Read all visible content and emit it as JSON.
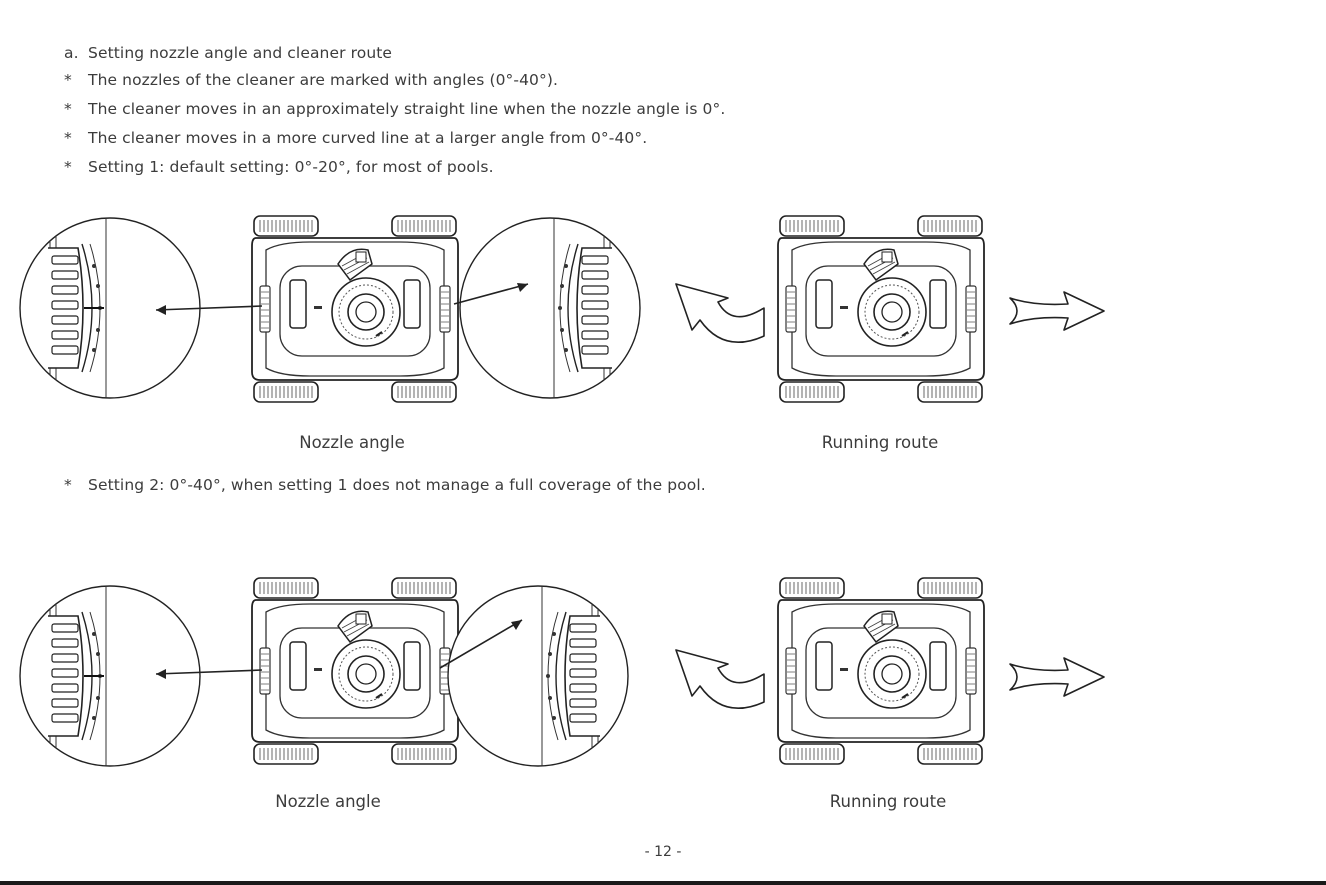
{
  "section": {
    "marker": "a.",
    "heading": "Setting nozzle angle and cleaner route"
  },
  "bullets": [
    {
      "marker": "*",
      "text": "The nozzles of the cleaner are marked with angles (0°-40°)."
    },
    {
      "marker": "*",
      "text": "The cleaner moves in an approximately straight line when the nozzle angle is 0°."
    },
    {
      "marker": "*",
      "text": "The cleaner moves in a more curved line at a larger angle from 0°-40°."
    },
    {
      "marker": "*",
      "text": "Setting 1: default setting: 0°-20°, for most of pools."
    }
  ],
  "setting2": {
    "marker": "*",
    "text": "Setting 2: 0°-40°, when setting 1 does not manage a full coverage of the pool."
  },
  "figure1": {
    "nozzle_caption": "Nozzle angle",
    "route_caption": "Running route"
  },
  "figure2": {
    "nozzle_caption": "Nozzle angle",
    "route_caption": "Running route"
  },
  "icons": [
    "robot-cleaner-illustration",
    "nozzle-detail-circle",
    "curved-arrow-icon",
    "straight-arrow-icon"
  ],
  "page_number": "- 12 -"
}
